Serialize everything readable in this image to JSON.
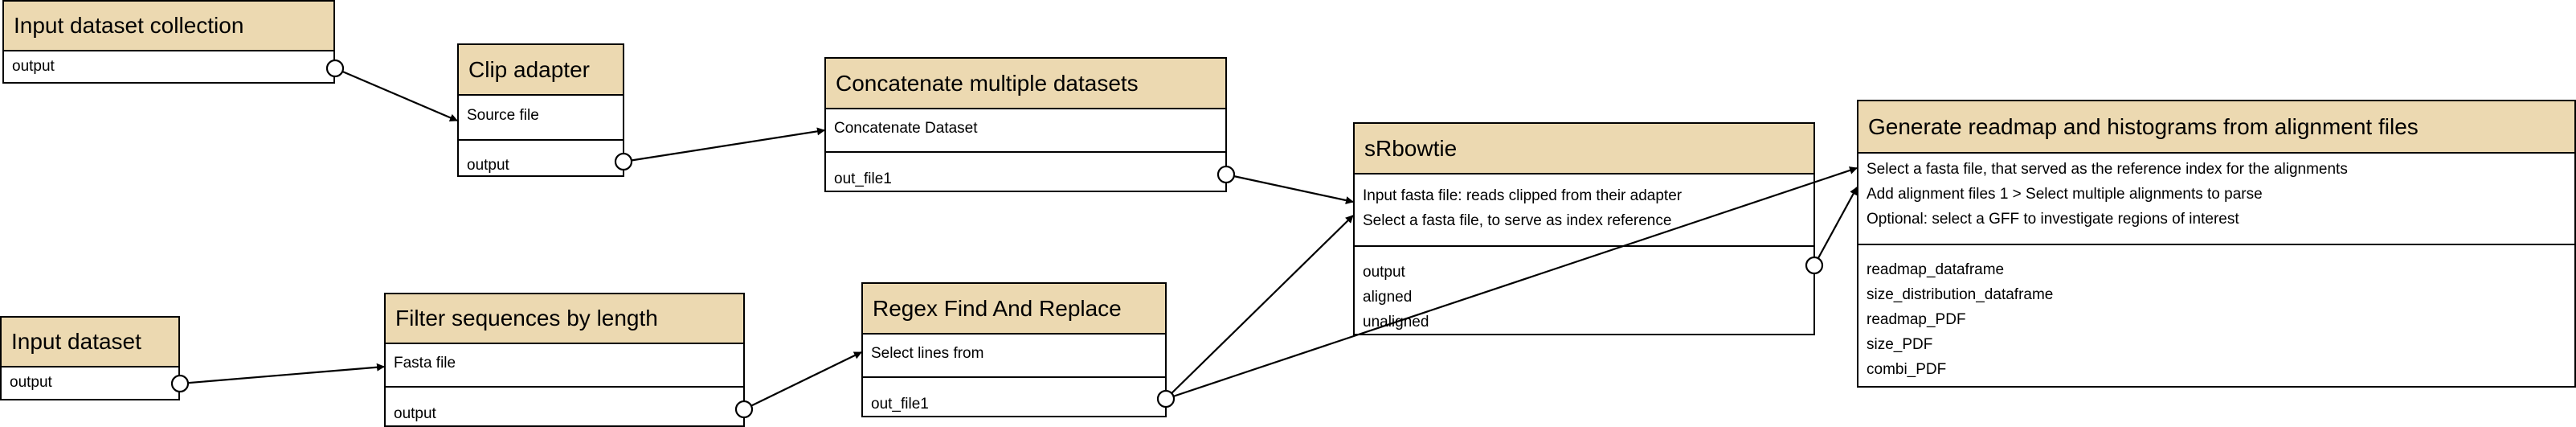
{
  "nodes": {
    "input_collection": {
      "title": "Input dataset collection",
      "outputs": [
        "output"
      ]
    },
    "clip_adapter": {
      "title": "Clip adapter",
      "inputs": [
        "Source file"
      ],
      "outputs": [
        "output"
      ]
    },
    "concatenate": {
      "title": "Concatenate multiple datasets",
      "inputs": [
        "Concatenate Dataset"
      ],
      "outputs": [
        "out_file1"
      ]
    },
    "srbowtie": {
      "title": "sRbowtie",
      "inputs": [
        "Input fasta file: reads clipped from their adapter",
        "Select a fasta file, to serve as index reference"
      ],
      "outputs": [
        "output",
        "aligned",
        "unaligned"
      ]
    },
    "readmap": {
      "title": "Generate readmap and histograms from alignment files",
      "inputs": [
        "Select a fasta file, that served as the reference index for the alignments",
        "Add alignment files 1 > Select multiple alignments to parse",
        "Optional: select a GFF to investigate regions of interest"
      ],
      "outputs": [
        "readmap_dataframe",
        "size_distribution_dataframe",
        "readmap_PDF",
        "size_PDF",
        "combi_PDF"
      ]
    },
    "input_dataset": {
      "title": "Input dataset",
      "outputs": [
        "output"
      ]
    },
    "filter_length": {
      "title": "Filter sequences by length",
      "inputs": [
        "Fasta file"
      ],
      "outputs": [
        "output"
      ]
    },
    "regex": {
      "title": "Regex Find And Replace",
      "inputs": [
        "Select lines from"
      ],
      "outputs": [
        "out_file1"
      ]
    }
  },
  "colors": {
    "title_fill": "#ecd9b1",
    "line": "#000000",
    "background": "#ffffff"
  }
}
